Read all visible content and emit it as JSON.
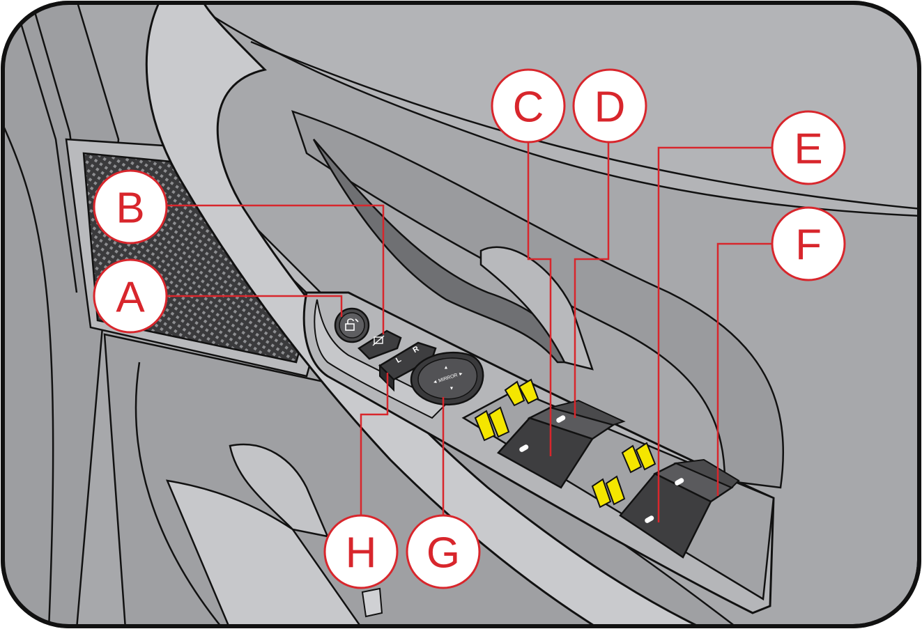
{
  "callouts": [
    {
      "id": "A",
      "label": "A"
    },
    {
      "id": "B",
      "label": "B"
    },
    {
      "id": "C",
      "label": "C"
    },
    {
      "id": "D",
      "label": "D"
    },
    {
      "id": "E",
      "label": "E"
    },
    {
      "id": "F",
      "label": "F"
    },
    {
      "id": "G",
      "label": "G"
    },
    {
      "id": "H",
      "label": "H"
    }
  ],
  "switches": {
    "mirror_left": "L",
    "mirror_right": "R",
    "mirror_mode": "◄ MIRROR ►"
  },
  "icons": {
    "door_lock": "door-lock-icon",
    "window_lock": "window-lock-icon",
    "motion_arrows": "yellow-motion-arrows-icon"
  },
  "colors": {
    "callout_red": "#d8262c",
    "panel_gray": "#a9aaad",
    "switch_dark": "#4a4a4c",
    "arrow_yellow": "#f4e600"
  }
}
